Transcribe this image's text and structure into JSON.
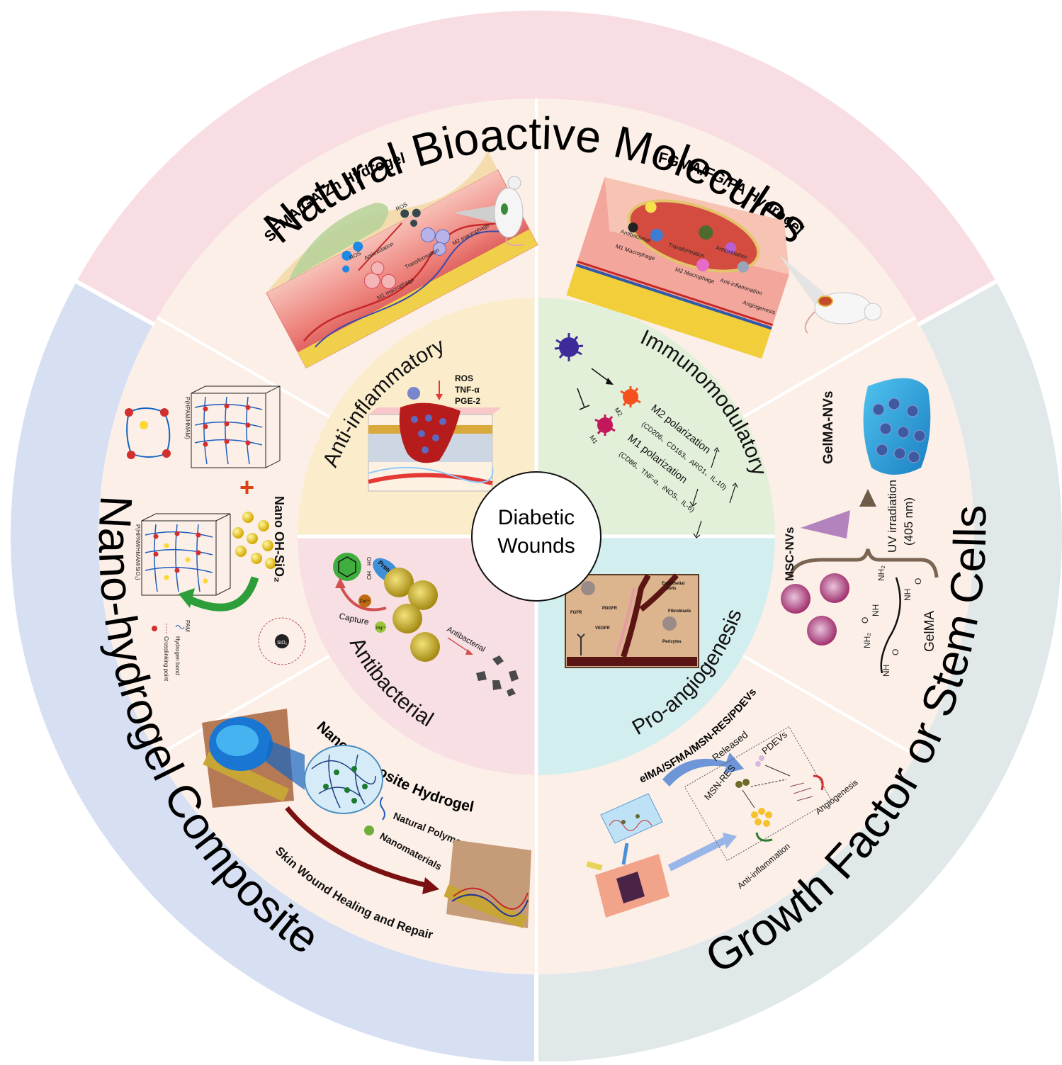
{
  "center": {
    "line1": "Diabetic",
    "line2": "Wounds"
  },
  "outer_ring": {
    "top": {
      "label": "Natural Bioactive Molecules",
      "color": "#f8dde2"
    },
    "left": {
      "label": "Nano-hydrogel Composite",
      "color": "#d6e0f2"
    },
    "right": {
      "label": "Growth Factor or Stem Cells",
      "color": "#e0e8ea"
    }
  },
  "middle_ring": {
    "color": "#fcefe7",
    "panels": {
      "top_left": {
        "title": "SFMA/GA/Zn Hydrogel",
        "labels": [
          "ROS",
          "Antioxidation",
          "ROS",
          "M1 macrophage",
          "Transformation",
          "M2 macrophage"
        ]
      },
      "top_right": {
        "title": "FGMA/FG/PA Hydrogel",
        "labels": [
          "Antibacterial",
          "Transformation",
          "Antioxidation",
          "M1 Macrophage",
          "M2 Macrophage",
          "Anti-inflammation",
          "Angiogenesis"
        ]
      },
      "left": {
        "top_cube_label": "P(HPAM/HMAM)",
        "bottom_cube_label": "P(HPAM/HMAM/SiO₂)",
        "plus": "+",
        "nano_label": "Nano OH-SiO₂",
        "particle_label": "SiO₂",
        "legend": [
          "PAM",
          "Hydrogen bond",
          "Crosslinking point"
        ]
      },
      "right": {
        "gelma_nvs": "GelMA-NVs",
        "uv": "UV irradiation",
        "uv_wavelength": "(405 nm)",
        "msc_nvs": "MSC-NVs",
        "gelma": "GelMA",
        "chem_groups": [
          "NH₂",
          "NH",
          "O",
          "NH",
          "O",
          "NH₂",
          "NH",
          "O"
        ]
      },
      "bottom_left": {
        "title": "Nanocomposite Hydrogel",
        "legend_polymer": "Natural  Polymer",
        "legend_nano": "Nanomaterials",
        "arrow_label": "Skin Wound Healing and Repair"
      },
      "bottom_right": {
        "title": "GelMA/SFMA/MSN-RES/PDEVs",
        "released": "Released",
        "msn_res": "MSN-RES",
        "pdevs": "PDEVs",
        "angiogenesis": "Angiogenesis",
        "anti_inflammation": "Anti-inflammation"
      }
    }
  },
  "inner_quadrants": {
    "top_left": {
      "label": "Anti-inflammatory",
      "color": "#fbeccb",
      "markers": [
        "ROS",
        "TNF-α",
        "PGE-2"
      ]
    },
    "top_right": {
      "label": "Immunomodulatory",
      "color": "#e2efd9",
      "cell_labels": [
        "M2",
        "M1"
      ],
      "m2_text": "M2 polarization",
      "m2_markers": "(CD206、CD163、ARG1、IL-10)",
      "m1_text": "M1 polarization",
      "m1_markers": "(CD86、TNF-α、iNOS、IL-6)"
    },
    "bottom_left": {
      "label": "Antibacterial",
      "color": "#f8dfe3",
      "labels": [
        "Proteins",
        "Fe³⁺",
        "Mg²⁺",
        "Capture",
        "Antibacterial",
        "OH",
        "HO"
      ]
    },
    "bottom_right": {
      "label": "Pro-angiogenesis",
      "color": "#d3eeee",
      "labels": [
        "Endothelial",
        "Cells",
        "FGFR",
        "PDGFR",
        "Fibroblasts",
        "VEGFR",
        "Pericytes"
      ]
    }
  }
}
